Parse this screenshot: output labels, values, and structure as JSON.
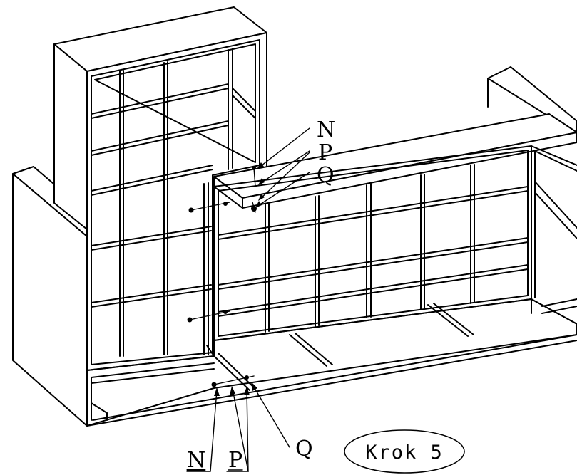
{
  "labels": {
    "top_n": "N",
    "top_p": "P",
    "top_q": "Q",
    "bottom_n": "N",
    "bottom_p": "P",
    "bottom_q": "Q"
  },
  "step_badge": {
    "text": "Krok 5"
  }
}
